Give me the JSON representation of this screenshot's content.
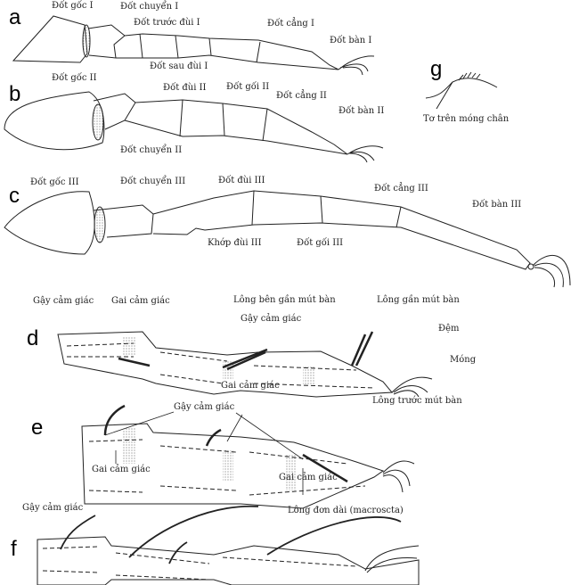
{
  "panels": {
    "a": {
      "letter": "a",
      "labels": [
        "Đốt gốc I",
        "Đốt chuyển I",
        "Đốt trước đùi I",
        "Đốt cẳng I",
        "Đốt bàn I",
        "Đốt sau đùi I"
      ]
    },
    "b": {
      "letter": "b",
      "labels": [
        "Đốt gốc II",
        "Đốt đùi II",
        "Đốt gối II",
        "Đốt cẳng II",
        "Đốt bàn II",
        "Đốt chuyển II"
      ]
    },
    "c": {
      "letter": "c",
      "labels": [
        "Đốt gốc III",
        "Đốt chuyển III",
        "Đốt đùi III",
        "Đốt cẳng III",
        "Đốt bàn III",
        "Khớp đùi III",
        "Đốt gối III"
      ]
    },
    "g": {
      "letter": "g",
      "labels": [
        "Tơ trên móng chân"
      ]
    },
    "d": {
      "letter": "d",
      "labels": [
        "Gậy cảm giác",
        "Gai cảm giác",
        "Lông bên gần mút bàn",
        "Lông gần mút bàn",
        "Gậy cảm giác",
        "Đệm",
        "Móng",
        "Gai cảm giác",
        "Lông trước mút bàn"
      ]
    },
    "e": {
      "letter": "e",
      "labels": [
        "Gậy cảm giác",
        "Gai cảm giác",
        "Gai cảm giác"
      ]
    },
    "f": {
      "letter": "f",
      "labels": [
        "Gậy cảm giác",
        "Lông đơn dài (macroscta)"
      ]
    }
  }
}
